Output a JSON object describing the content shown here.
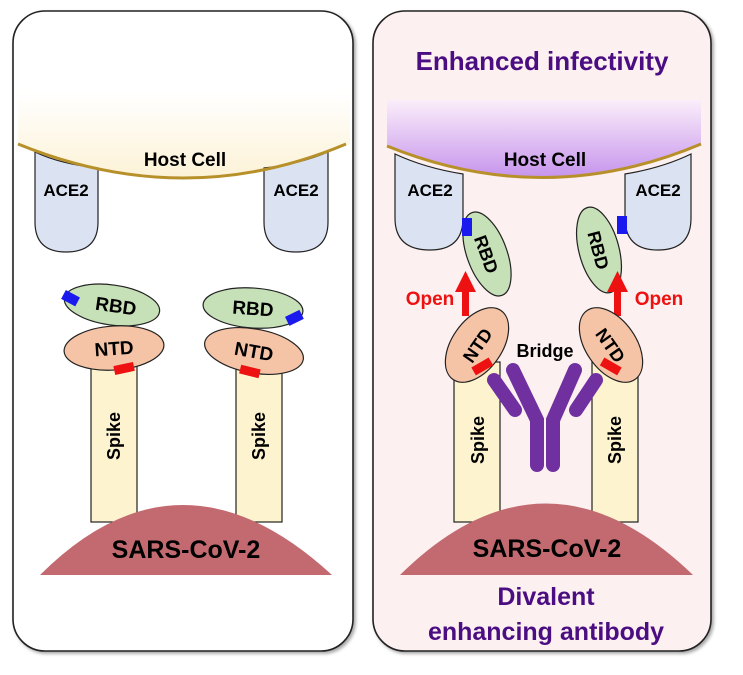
{
  "colors": {
    "left_panel_bg": "#ffffff",
    "right_panel_bg": "#fdf0f0",
    "panel_border": "#222222",
    "membrane_line": "#b8902a",
    "host_cell_left_fill": "#fdf6e0",
    "host_cell_right_fill": "#cc99ee",
    "ace2_fill": "#dbe3f2",
    "rbd_fill": "#c6e0b8",
    "ntd_fill": "#f5c3a5",
    "spike_fill": "#fdf3cf",
    "virus_fill": "#c26a70",
    "rbd_binding_site": "#1a1aee",
    "ntd_binding_site": "#ee1111",
    "antibody": "#7030a0",
    "arrow": "#ee1111",
    "title_text": "#4b0d82"
  },
  "left_panel": {
    "host_cell_label": "Host Cell",
    "ace2_labels": [
      "ACE2",
      "ACE2"
    ],
    "rbd_labels": [
      "RBD",
      "RBD"
    ],
    "ntd_labels": [
      "NTD",
      "NTD"
    ],
    "spike_labels": [
      "Spike",
      "Spike"
    ],
    "virus_label": "SARS-CoV-2"
  },
  "right_panel": {
    "title": "Enhanced infectivity",
    "host_cell_label": "Host Cell",
    "ace2_labels": [
      "ACE2",
      "ACE2"
    ],
    "rbd_labels": [
      "RBD",
      "RBD"
    ],
    "ntd_labels": [
      "NTD",
      "NTD"
    ],
    "spike_labels": [
      "Spike",
      "Spike"
    ],
    "arrow_labels": [
      "Open",
      "Open"
    ],
    "bridge_label": "Bridge",
    "virus_label": "SARS-CoV-2",
    "caption_line1": "Divalent",
    "caption_line2": "enhancing antibody"
  }
}
